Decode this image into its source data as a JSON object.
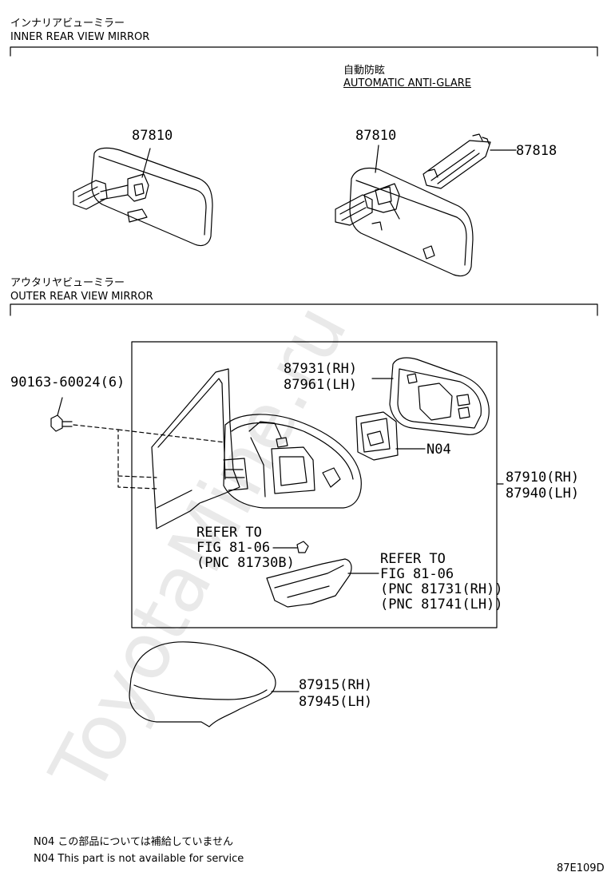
{
  "sections": {
    "inner": {
      "jp": "インナリアビューミラー",
      "en": "INNER REAR VIEW MIRROR"
    },
    "outer": {
      "jp": "アウタリヤビューミラー",
      "en": "OUTER REAR VIEW MIRROR"
    }
  },
  "auto_antiglare": {
    "jp": "自動防眩",
    "en": "AUTOMATIC ANTI-GLARE"
  },
  "parts": {
    "p87810_left": "87810",
    "p87810_right": "87810",
    "p87818": "87818",
    "bolt": "90163-60024(6)",
    "glass_rh": "87931(RH)",
    "glass_lh": "87961(LH)",
    "n04": "N04",
    "assy_rh": "87910(RH)",
    "assy_lh": "87940(LH)",
    "cover_rh": "87915(RH)",
    "cover_lh": "87945(LH)"
  },
  "refer_bulb": {
    "line1": "REFER TO",
    "line2": "FIG 81-06",
    "line3": "(PNC 81730B)"
  },
  "refer_lamp": {
    "line1": "REFER TO",
    "line2": "FIG 81-06",
    "line3": "(PNC 81731(RH))",
    "line4": "(PNC 81741(LH))"
  },
  "notes": {
    "jp": "N04 この部品については補給していません",
    "en": "N04 This part is not available for service"
  },
  "figure_code": "87E109D",
  "watermark": "ToyotaMine.ru"
}
